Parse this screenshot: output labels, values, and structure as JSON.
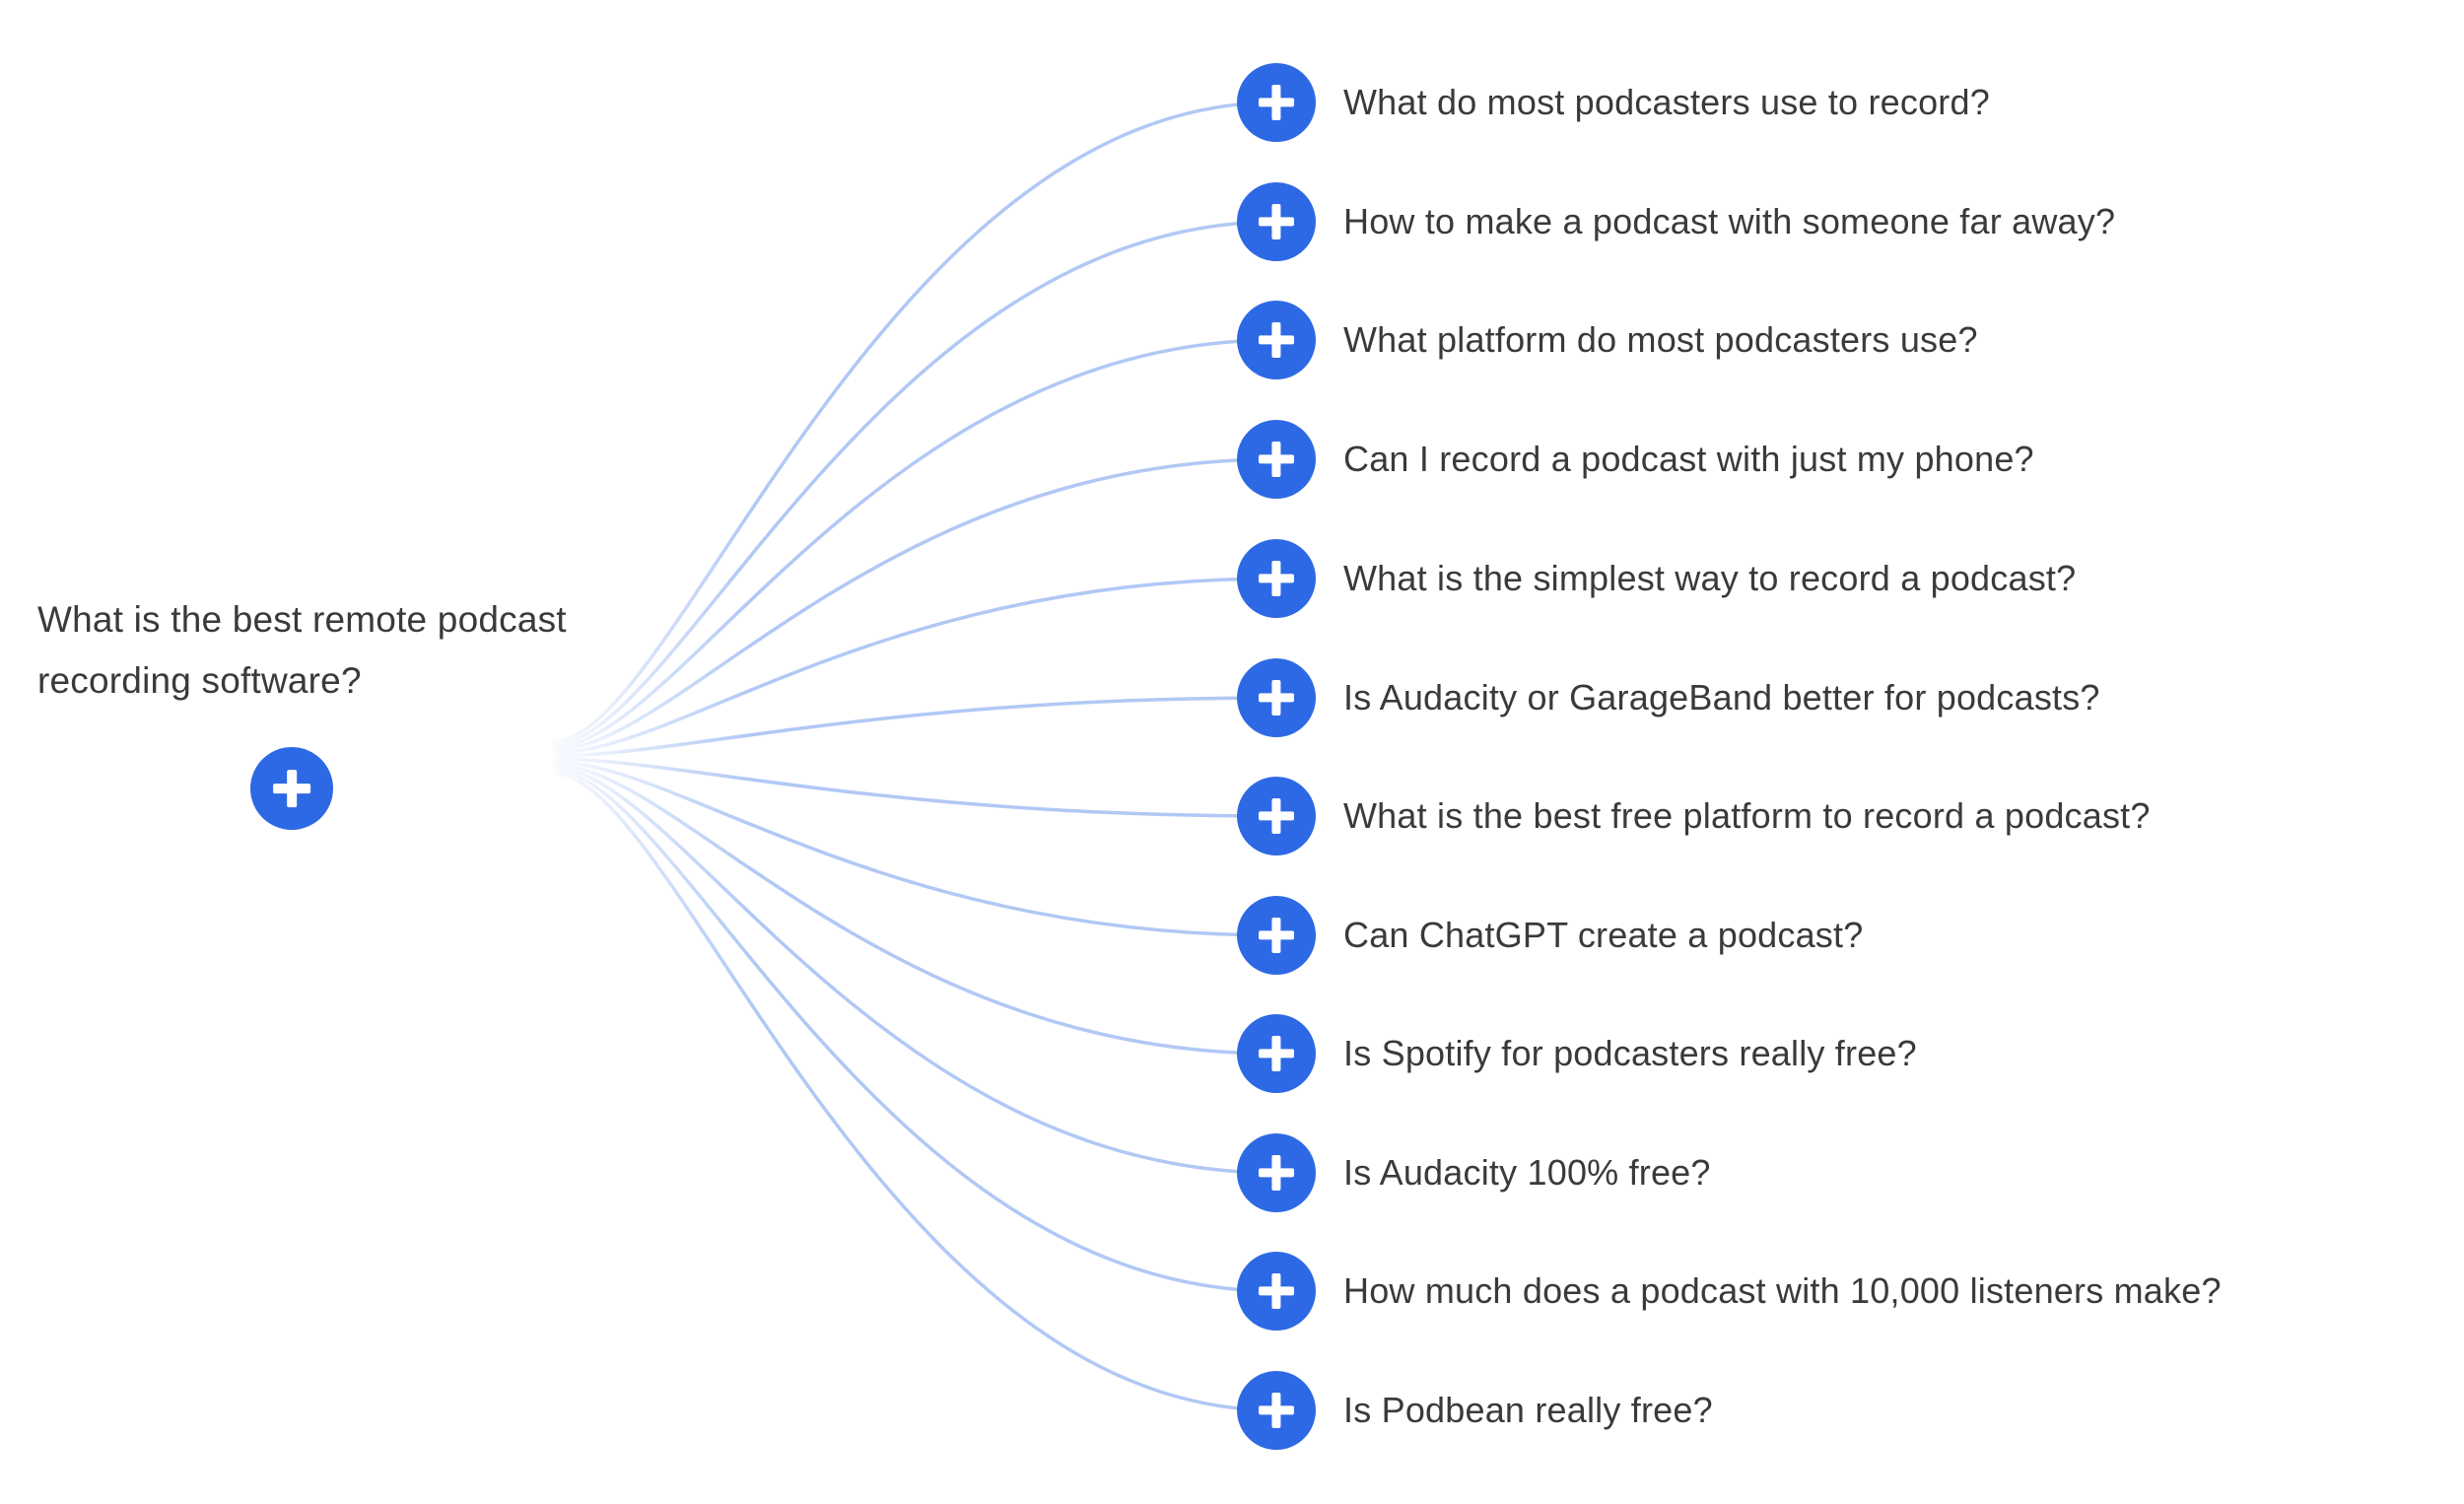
{
  "root": {
    "question": "What is the best remote podcast recording software?"
  },
  "children": [
    {
      "label": "What do most podcasters use to record?"
    },
    {
      "label": "How to make a podcast with someone far away?"
    },
    {
      "label": "What platform do most podcasters use?"
    },
    {
      "label": "Can I record a podcast with just my phone?"
    },
    {
      "label": "What is the simplest way to record a podcast?"
    },
    {
      "label": "Is Audacity or GarageBand better for podcasts?"
    },
    {
      "label": "What is the best free platform to record a podcast?"
    },
    {
      "label": "Can ChatGPT create a podcast?"
    },
    {
      "label": "Is Spotify for podcasters really free?"
    },
    {
      "label": "Is Audacity 100% free?"
    },
    {
      "label": "How much does a podcast with 10,000 listeners make?"
    },
    {
      "label": "Is Podbean really free?"
    }
  ],
  "icons": {
    "expand": "plus-icon"
  },
  "colors": {
    "accent_blue": "#2d69e4",
    "branch_line": "#b1c8f5",
    "text": "#3a3a3a",
    "background": "#ffffff"
  }
}
